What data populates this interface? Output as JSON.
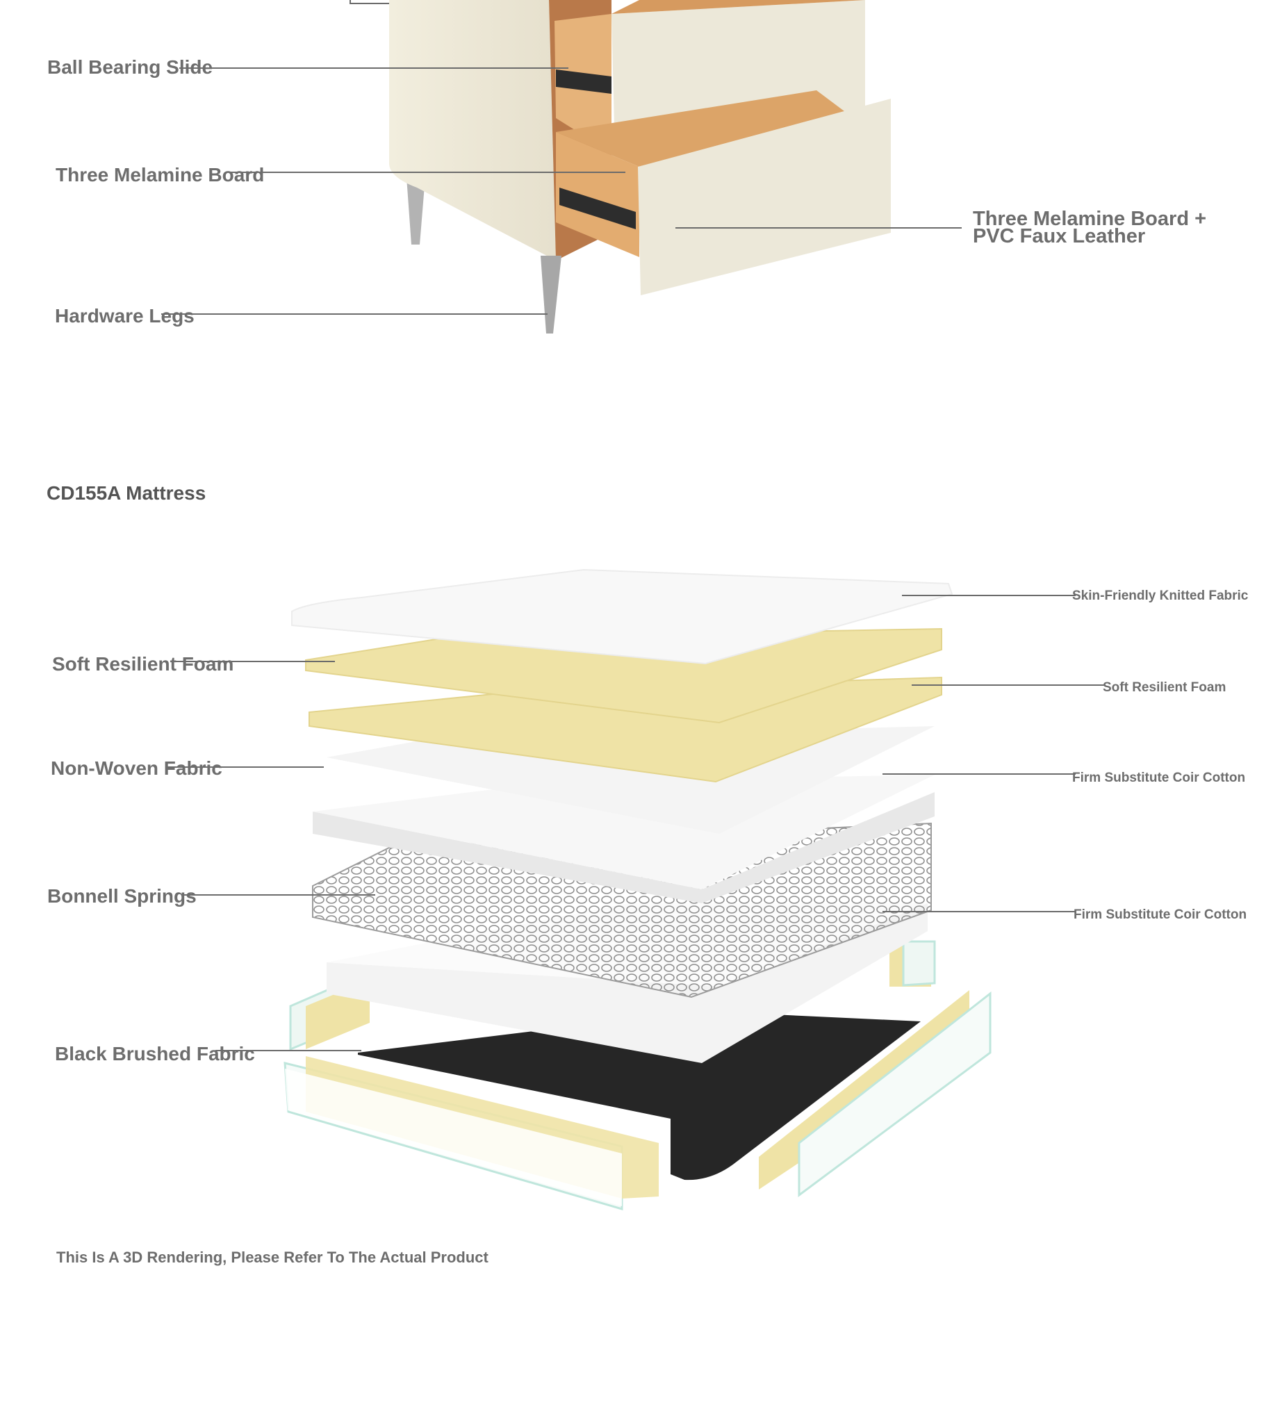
{
  "nightstand": {
    "labels": {
      "ball_bearing_slide": "Ball Bearing Slide",
      "three_melamine_board": "Three Melamine Board",
      "hardware_legs": "Hardware Legs",
      "board_leather_line1": "Three Melamine Board +",
      "board_leather_line2": "PVC Faux Leather"
    }
  },
  "mattress": {
    "title": "CD155A Mattress",
    "labels": {
      "skin_friendly": "Skin-Friendly Knitted Fabric",
      "soft_foam_left": "Soft Resilient Foam",
      "soft_foam_right": "Soft Resilient Foam",
      "non_woven": "Non-Woven Fabric",
      "firm_coir_1": "Firm Substitute Coir Cotton",
      "bonnell": "Bonnell Springs",
      "firm_coir_2": "Firm Substitute Coir Cotton",
      "black_brushed": "Black Brushed Fabric"
    },
    "note": "This Is A 3D Rendering, Please Refer To The Actual Product"
  },
  "colors": {
    "label_text": "#6d6d6d",
    "title_text": "#545454",
    "leader_line": "#6b6b6b",
    "cabinet": "#ede8d8",
    "wood": "#c88b4e",
    "foam": "#efe3a6",
    "border_green": "#bfe6dc",
    "base_black": "#262626"
  }
}
